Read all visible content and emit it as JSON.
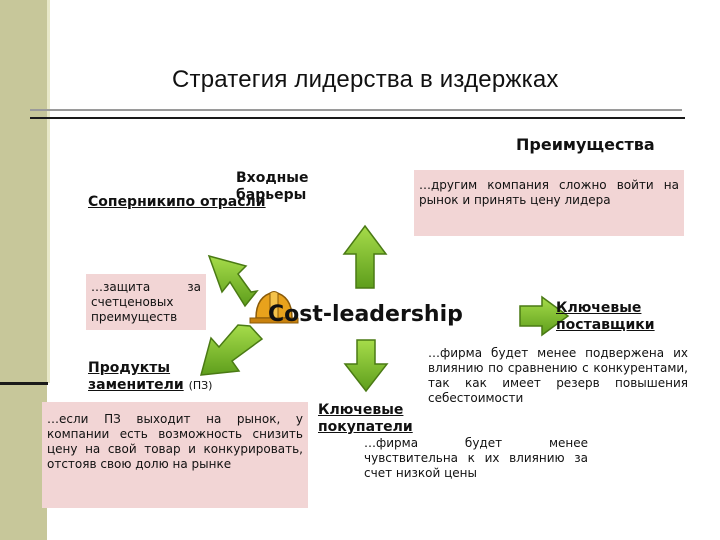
{
  "title": "Стратегия лидерства в издержках",
  "advantages_label": "Преимущества",
  "center_label": "Cost-leadership",
  "nodes": {
    "rivals": "Соперникипо отрасли",
    "entry_barriers": "Входные барьеры",
    "key_suppliers": "Ключевые поставщики",
    "substitutes": "Продукты заменители",
    "substitutes_abbr": "(ПЗ)",
    "key_buyers": "Ключевые покупатели"
  },
  "boxes": {
    "entry": "…другим компания сложно войти на рынок и принять цену лидера",
    "rivals": "…защита за счетценовых преимуществ",
    "substitutes": "…если ПЗ выходит на рынок, у компании есть возможность снизить цену на свой товар и конкурировать, отстояв свою долю на рынке",
    "suppliers": "…фирма будет менее подвержена их влиянию по сравнению с конкурентами, так как имеет резерв повышения себестоимости",
    "buyers": "…фирма будет менее чувствительна к их влиянию за счет низкой цены"
  },
  "colors": {
    "sidebar": "#c7c79a",
    "box_fill": "#f2d5d5",
    "arrow_fill": "#7fbf2a",
    "arrow_stroke": "#4a7a14"
  },
  "icons": [
    "hard-hat-icon"
  ]
}
